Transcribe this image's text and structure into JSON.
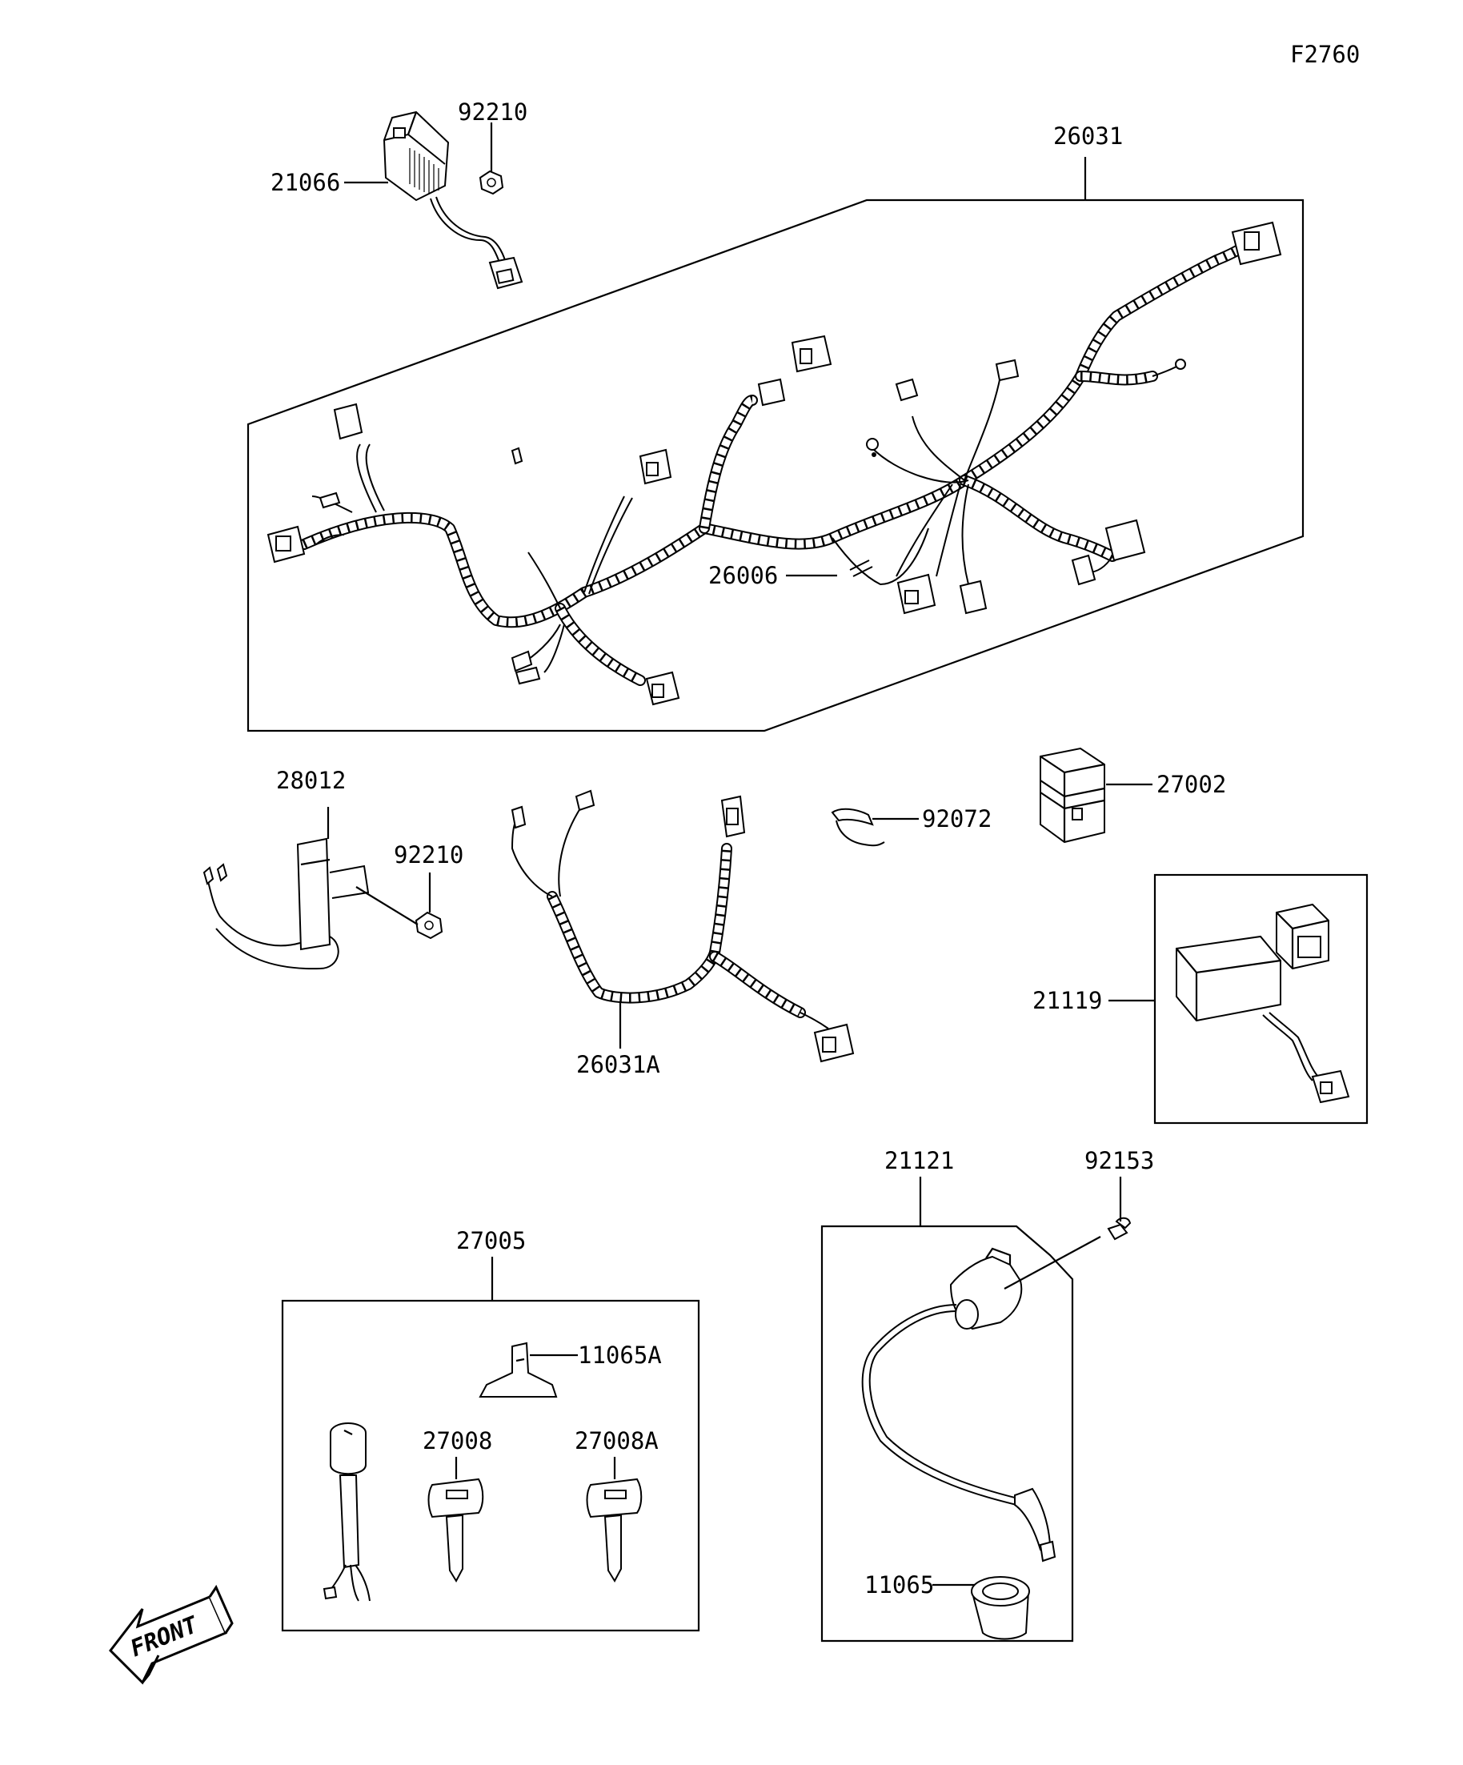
{
  "figure_code": "F2760",
  "front_label": "FRONT",
  "parts": {
    "p92210_top": "92210",
    "p21066": "21066",
    "p26031": "26031",
    "p26006": "26006",
    "p28012": "28012",
    "p92210_mid": "92210",
    "p26031A": "26031A",
    "p92072": "92072",
    "p27002": "27002",
    "p21119": "21119",
    "p21121": "21121",
    "p92153": "92153",
    "p27005": "27005",
    "p11065A": "11065A",
    "p27008": "27008",
    "p27008A": "27008A",
    "p11065": "11065"
  }
}
